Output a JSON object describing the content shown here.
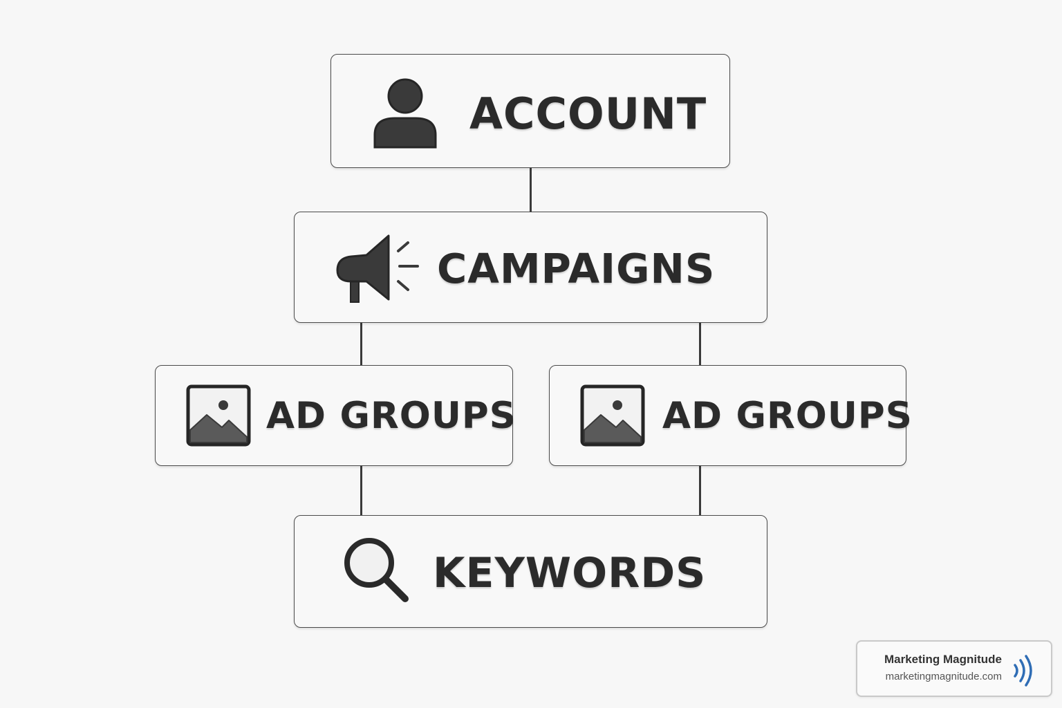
{
  "nodes": {
    "account": {
      "label": "ACCOUNT",
      "icon": "user-icon"
    },
    "campaigns": {
      "label": "CAMPAIGNS",
      "icon": "megaphone-icon"
    },
    "ad_groups_left": {
      "label": "AD GROUPS",
      "icon": "image-icon"
    },
    "ad_groups_right": {
      "label": "AD GROUPS",
      "icon": "image-icon"
    },
    "keywords": {
      "label": "KEYWORDS",
      "icon": "search-icon"
    }
  },
  "edges": [
    {
      "from": "account",
      "to": "campaigns"
    },
    {
      "from": "campaigns",
      "to": "ad_groups_left"
    },
    {
      "from": "campaigns",
      "to": "ad_groups_right"
    },
    {
      "from": "ad_groups_left",
      "to": "keywords"
    },
    {
      "from": "ad_groups_right",
      "to": "keywords"
    }
  ],
  "brand": {
    "name": "Marketing Magnitude",
    "url": "marketingmagnitude.com",
    "icon": "signal-waves-icon",
    "accent_color": "#2f6db5"
  },
  "colors": {
    "background": "#f7f7f7",
    "node_border": "#4a4a4a",
    "text": "#2b2b2b",
    "icon": "#3a3a3a"
  }
}
